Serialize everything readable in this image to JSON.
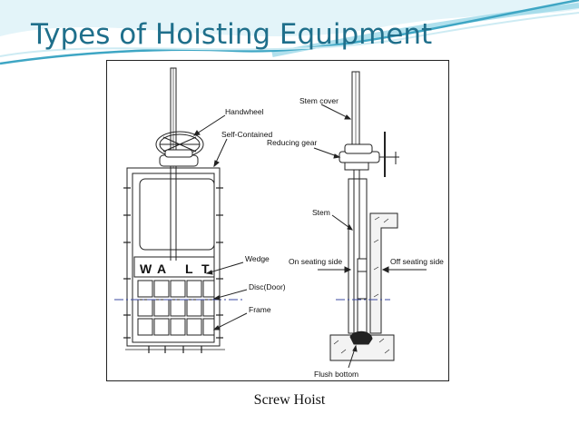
{
  "slide": {
    "title": "Types of Hoisting Equipment",
    "caption": "Screw Hoist",
    "title_color": "#1f6f8b",
    "wave_colors": [
      "#3ea6c4",
      "#8fd3e6",
      "#cdebf3"
    ]
  },
  "diagram": {
    "labels": {
      "handwheel": "Handwheel",
      "self_contained": "Self-Contained",
      "wedge": "Wedge",
      "disc": "Disc(Door)",
      "frame": "Frame",
      "stem_cover": "Stem cover",
      "reducing_gear": "Reducing gear",
      "stem": "Stem",
      "on_seating_side": "On seating side",
      "off_seating_side": "Off seating side",
      "flush_bottom": "Flush bottom"
    },
    "gate_letters": [
      "W",
      "A",
      "L",
      "T"
    ]
  }
}
